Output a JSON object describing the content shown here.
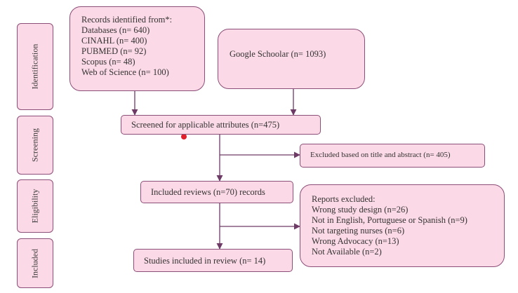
{
  "colors": {
    "box_fill": "#fcd9e6",
    "box_border": "#8b4e78",
    "arrow": "#6e3a66",
    "dot": "#e0202a"
  },
  "stages": {
    "identification": "Identification",
    "screening": "Screening",
    "eligibility": "Eligibility",
    "included": "Included"
  },
  "boxes": {
    "records": {
      "heading": "Records identified from*:",
      "lines": [
        "Databases (n= 640)",
        "CINAHL (n= 400)",
        "PUBMED (n= 92)",
        "Scopus (n= 48)",
        "Web of Science (n= 100)"
      ]
    },
    "google": "Google Schoolar (n= 1093)",
    "screened": "Screened for applicable attributes (n=475)",
    "excluded_title": "Excluded based on title and abstract (n= 405)",
    "included_reviews": "Included reviews (n=70) records",
    "reports_excluded": {
      "heading": "Reports excluded:",
      "lines": [
        "Wrong study design (n=26)",
        "Not in English, Portuguese or Spanish (n=9)",
        "Not targeting nurses (n=6)",
        "Wrong Advocacy (n=13)",
        "Not Available (n=2)"
      ]
    },
    "studies_included": "Studies included in review (n= 14)"
  }
}
